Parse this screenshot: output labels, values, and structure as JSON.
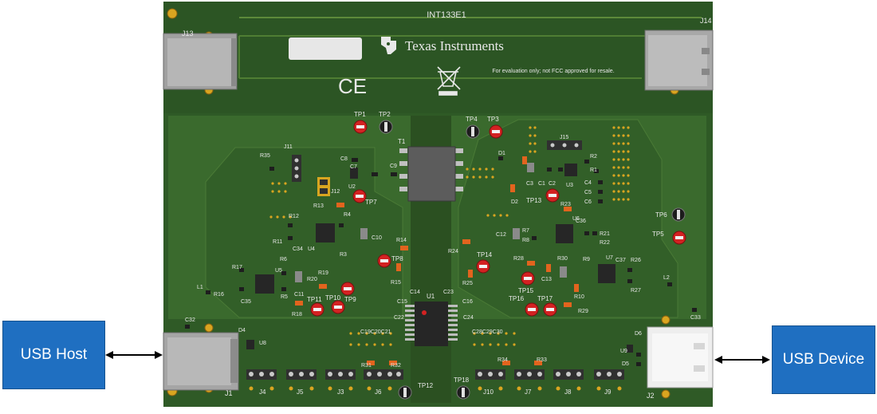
{
  "board": {
    "id": "INT133E1",
    "brand": "Texas Instruments",
    "disclaimer": "For evaluation only; not FCC approved for resale.",
    "ce_mark": "CE",
    "colors": {
      "pcb": "#2f5a26",
      "pcb_dark": "#234a1c",
      "silk": "#e8e8e8",
      "tp_red": "#d32222",
      "callout": "#1f6fc1"
    }
  },
  "connectors": {
    "j13": "J13",
    "j14": "J14",
    "j1": "J1",
    "j2": "J2"
  },
  "test_points": {
    "tp1": "TP1",
    "tp2": "TP2",
    "tp3": "TP3",
    "tp4": "TP4",
    "tp5": "TP5",
    "tp6": "TP6",
    "tp7": "TP7",
    "tp8": "TP8",
    "tp9": "TP9",
    "tp10": "TP10",
    "tp11": "TP11",
    "tp12": "TP12",
    "tp13": "TP13",
    "tp14": "TP14",
    "tp15": "TP15",
    "tp16": "TP16",
    "tp17": "TP17",
    "tp18": "TP18"
  },
  "ics": {
    "t1": "T1",
    "u1": "U1",
    "u2": "U2",
    "u3": "U3",
    "u4": "U4",
    "u5": "U5",
    "u6": "U6",
    "u7": "U7",
    "u8": "U8",
    "u9": "U9"
  },
  "headers": {
    "j3": "J3",
    "j4": "J4",
    "j5": "J5",
    "j6": "J6",
    "j7": "J7",
    "j8": "J8",
    "j9": "J9",
    "j10": "J10",
    "j11": "J11",
    "j12": "J12",
    "j15": "J15"
  },
  "parts": {
    "r1": "R1",
    "r2": "R2",
    "r3": "R3",
    "r4": "R4",
    "r5": "R5",
    "r6": "R6",
    "r7": "R7",
    "r8": "R8",
    "r9": "R9",
    "r10": "R10",
    "r11": "R11",
    "r12": "R12",
    "r13": "R13",
    "r14": "R14",
    "r15": "R15",
    "r16": "R16",
    "r17": "R17",
    "r18": "R18",
    "r19": "R19",
    "r20": "R20",
    "r21": "R21",
    "r22": "R22",
    "r23": "R23",
    "r24": "R24",
    "r25": "R25",
    "r26": "R26",
    "r27": "R27",
    "r28": "R28",
    "r29": "R29",
    "r30": "R30",
    "r31": "R31",
    "r32": "R32",
    "r33": "R33",
    "r34": "R34",
    "r35": "R35",
    "c1": "C1",
    "c2": "C2",
    "c3": "C3",
    "c4": "C4",
    "c5": "C5",
    "c6": "C6",
    "c7": "C7",
    "c8": "C8",
    "c9": "C9",
    "c10": "C10",
    "c11": "C11",
    "c12": "C12",
    "c13": "C13",
    "c14": "C14",
    "c15": "C15",
    "c16": "C16",
    "c22": "C22",
    "c23": "C23",
    "c24": "C24",
    "c32": "C32",
    "c33": "C33",
    "c34": "C34",
    "c35": "C35",
    "c36": "C36",
    "c37": "C37",
    "c19_21": "C19C20C21",
    "c28_30": "C28C29C30",
    "d1": "D1",
    "d2": "D2",
    "d4": "D4",
    "d5": "D5",
    "d6": "D6",
    "l1": "L1",
    "l2": "L2"
  },
  "labels": {
    "usb_host": "USB Host",
    "usb_device": "USB Device"
  }
}
